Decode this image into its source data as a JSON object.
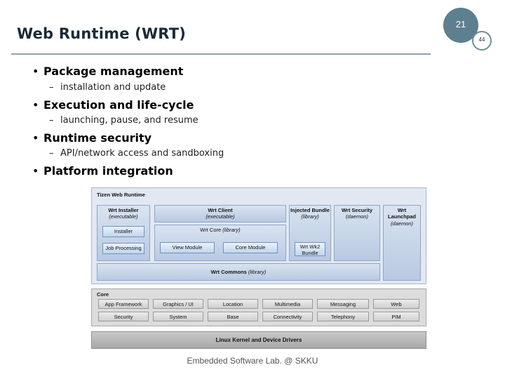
{
  "slide": {
    "title": "Web Runtime (WRT)",
    "page_number": "21",
    "secondary_number": "44"
  },
  "bullets": [
    {
      "text": "Package management",
      "sub": "installation and update"
    },
    {
      "text": "Execution and life-cycle",
      "sub": "launching, pause, and resume"
    },
    {
      "text": "Runtime security",
      "sub": "API/network access and sandboxing"
    },
    {
      "text": "Platform integration",
      "sub": ""
    }
  ],
  "diagram": {
    "runtime_panel_title": "Tizen Web Runtime",
    "wrt_installer": {
      "name": "Wrt Installer",
      "kind": "(executable)"
    },
    "installer_button": "Installer",
    "job_processing_button": "Job Processing",
    "wrt_client": {
      "name": "Wrt Client",
      "kind": "(executable)"
    },
    "wrt_core": {
      "name": "Wrt Core",
      "kind": "(library)"
    },
    "view_module_button": "View Module",
    "core_module_button": "Core Module",
    "injected_bundle": {
      "name": "Injected Bundle",
      "kind": "(library)"
    },
    "wrt_wk2_bundle": "Wrt Wk2 Bundle",
    "wrt_security": {
      "name": "Wrt Security",
      "kind": "(daemon)"
    },
    "wrt_launchpad": {
      "name": "Wrt Launchpad",
      "kind": "(daemon)"
    },
    "wrt_commons": {
      "name": "Wrt Commons",
      "kind": "(library)"
    },
    "core_panel_title": "Core",
    "core_row1": [
      "App Framework",
      "Graphics / UI",
      "Location",
      "Multimedia",
      "Messaging",
      "Web"
    ],
    "core_row2": [
      "Security",
      "System",
      "Base",
      "Connectivity",
      "Telephony",
      "PIM"
    ],
    "kernel": "Linux Kernel and Device Drivers"
  },
  "footer": "Embedded Software Lab. @ SKKU"
}
